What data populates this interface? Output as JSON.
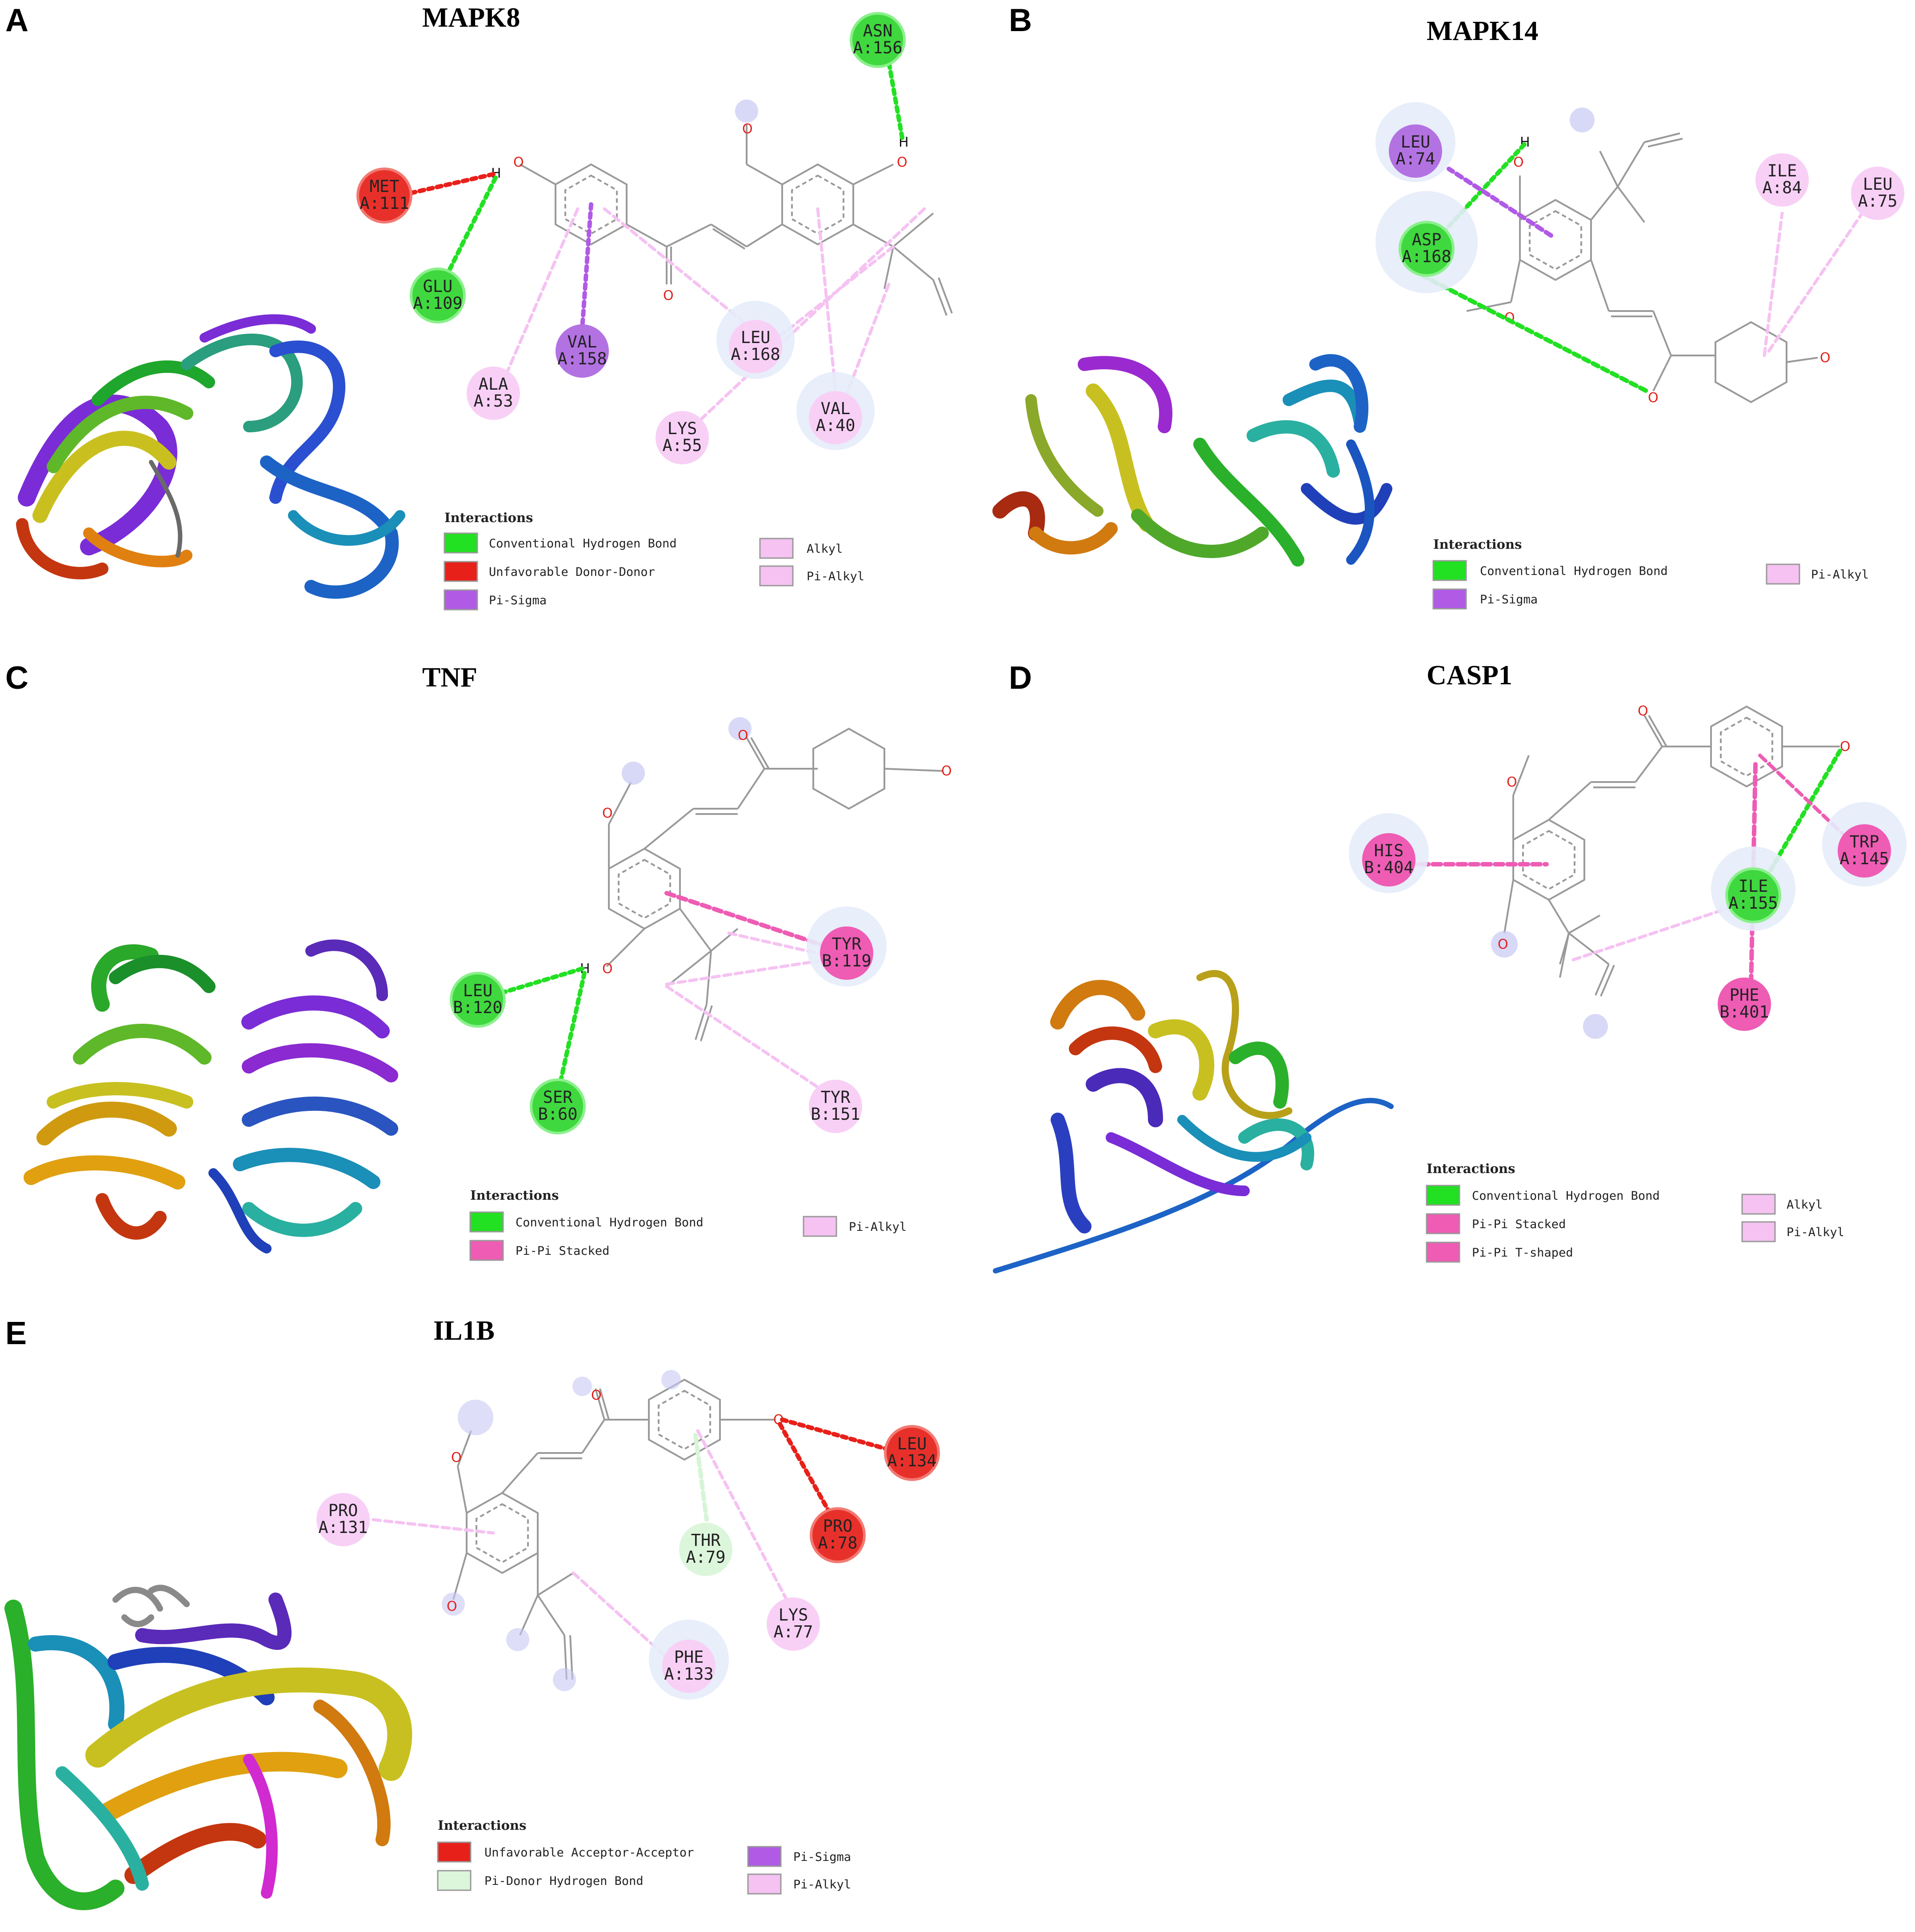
{
  "colors": {
    "hbond": "#22e022",
    "unfavorable": "#e8201a",
    "pi_sigma": "#b05ae6",
    "alkyl": "#f5c2f2",
    "pi_pi": "#ee5cb4",
    "pi_donor": "#d6f5d6",
    "bond_gray": "#9a9a9a"
  },
  "legend_title": "Interactions",
  "panels": [
    {
      "letter": "A",
      "title": "MAPK8",
      "legend_left": [
        "Conventional Hydrogen Bond",
        "Unfavorable Donor-Donor",
        "Pi-Sigma"
      ],
      "legend_right": [
        "Alkyl",
        "Pi-Alkyl"
      ],
      "residues": [
        {
          "name": "MET",
          "id": "A:111"
        },
        {
          "name": "GLU",
          "id": "A:109"
        },
        {
          "name": "ALA",
          "id": "A:53"
        },
        {
          "name": "VAL",
          "id": "A:158"
        },
        {
          "name": "LEU",
          "id": "A:168"
        },
        {
          "name": "LYS",
          "id": "A:55"
        },
        {
          "name": "VAL",
          "id": "A:40"
        },
        {
          "name": "ASN",
          "id": "A:156"
        }
      ]
    },
    {
      "letter": "B",
      "title": "MAPK14",
      "legend_left": [
        "Conventional Hydrogen Bond",
        "Pi-Sigma"
      ],
      "legend_right": [
        "Pi-Alkyl"
      ],
      "residues": [
        {
          "name": "LEU",
          "id": "A:74"
        },
        {
          "name": "ASP",
          "id": "A:168"
        },
        {
          "name": "ILE",
          "id": "A:84"
        },
        {
          "name": "LEU",
          "id": "A:75"
        }
      ]
    },
    {
      "letter": "C",
      "title": "TNF",
      "legend_left": [
        "Conventional Hydrogen Bond",
        "Pi-Pi Stacked"
      ],
      "legend_right": [
        "Pi-Alkyl"
      ],
      "residues": [
        {
          "name": "LEU",
          "id": "B:120"
        },
        {
          "name": "SER",
          "id": "B:60"
        },
        {
          "name": "TYR",
          "id": "B:119"
        },
        {
          "name": "TYR",
          "id": "B:151"
        }
      ]
    },
    {
      "letter": "D",
      "title": "CASP1",
      "legend_left": [
        "Conventional Hydrogen Bond",
        "Pi-Pi Stacked",
        "Pi-Pi T-shaped"
      ],
      "legend_right": [
        "Alkyl",
        "Pi-Alkyl"
      ],
      "residues": [
        {
          "name": "HIS",
          "id": "B:404"
        },
        {
          "name": "ILE",
          "id": "A:155"
        },
        {
          "name": "TRP",
          "id": "A:145"
        },
        {
          "name": "PHE",
          "id": "B:401"
        }
      ]
    },
    {
      "letter": "E",
      "title": "IL1B",
      "legend_left": [
        "Unfavorable Acceptor-Acceptor",
        "Pi-Donor Hydrogen Bond"
      ],
      "legend_right": [
        "Pi-Sigma",
        "Pi-Alkyl"
      ],
      "residues": [
        {
          "name": "PRO",
          "id": "A:131"
        },
        {
          "name": "THR",
          "id": "A:79"
        },
        {
          "name": "LEU",
          "id": "A:134"
        },
        {
          "name": "PRO",
          "id": "A:78"
        },
        {
          "name": "LYS",
          "id": "A:77"
        },
        {
          "name": "PHE",
          "id": "A:133"
        }
      ]
    }
  ]
}
